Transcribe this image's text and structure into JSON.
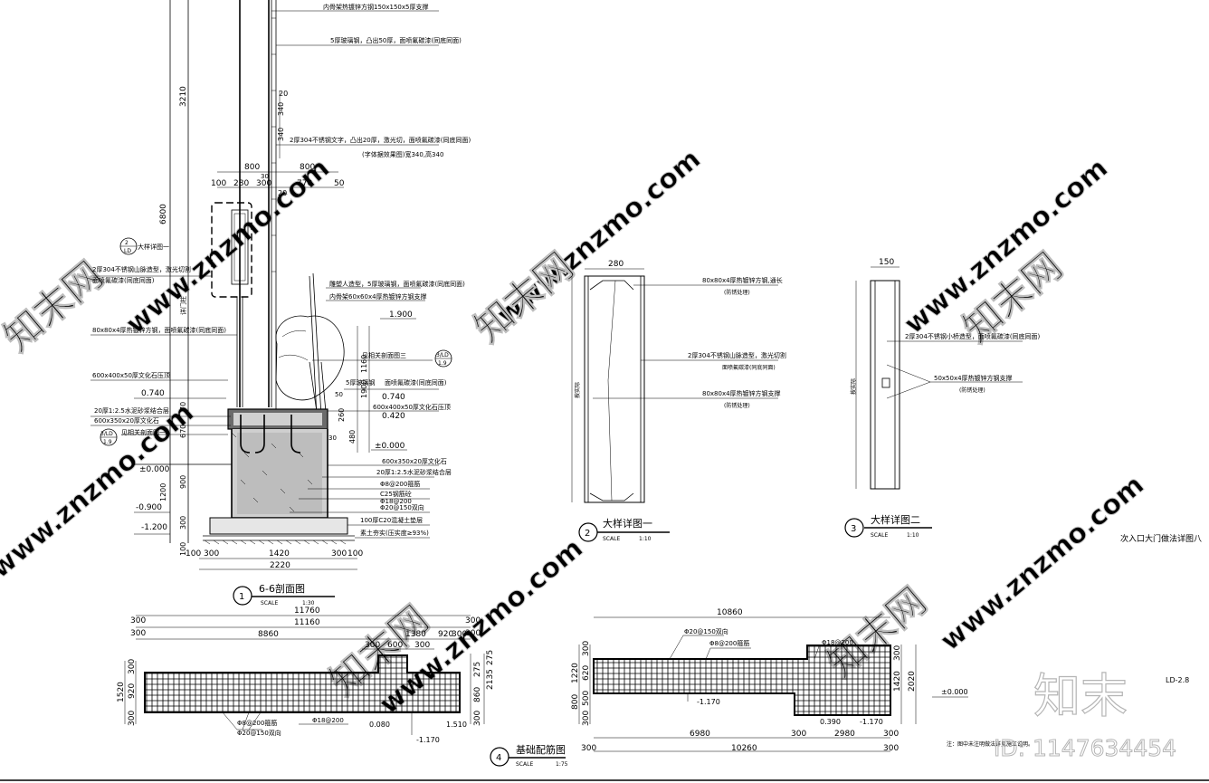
{
  "section_1": {
    "number": "1",
    "title": "6-6剖面图",
    "scale_label": "SCALE",
    "scale": "1:30",
    "notes": {
      "n1": "内骨架热镀锌方钢150x150x5厚支撑",
      "n2": "5厚玻璃钢，凸出50厚，面喷氟碳漆(同底同面)",
      "n3": "2厚304不锈钢文字，凸出20厚，激光切，面喷氟碳漆(同底同面)",
      "n4": "(字体据效果图)宽340,高340",
      "n5": "大样详图一",
      "n6": "2厚304不锈钢山脉造型，激光切割",
      "n7": "面喷氟碳漆(同底同面)",
      "n8": "80x80x4厚热镀锌方钢，面喷氟碳漆(同底同面)",
      "n9": "600x400x50厚文化石压顶",
      "n10": "20厚1:2.5水泥砂浆结合层",
      "n11": "600x350x20厚文化石",
      "n12": "见相关剖面图一",
      "n13": "雕塑人造型，5厚玻璃钢，面喷氟碳漆(同底同面)",
      "n14": "内骨架60x60x4厚热镀锌方钢支撑",
      "n15": "见相关剖面图三",
      "n16": "5厚玻璃钢",
      "n17": "面喷氟碳漆(同底同面)",
      "n18": "600x400x50厚文化石压顶",
      "n19": "600x350x20厚文化石",
      "n20": "20厚1:2.5水泥砂浆结合层",
      "n21": "Φ8@200箍筋",
      "n22": "C25钢筋砼",
      "n23": "Φ18@200",
      "n24": "Φ20@150双向",
      "n25": "100厚C20混凝土垫层",
      "n26": "素土夯实(压实度≥93%)"
    },
    "circle_refs": {
      "r1_top": "2",
      "r1_bot": "LD",
      "r2_top": "3/LD",
      "r2_bot": "1.9",
      "r3_top": "3/LD",
      "r3_bot": "1.9"
    },
    "elevations": {
      "e1": "1.900",
      "e2": "0.740",
      "e3": "0.740",
      "e4": "0.420",
      "e5": "±0.000",
      "e6": "±0.000",
      "e7": "-0.900",
      "e8": "-1.200"
    },
    "dims": {
      "d800a": "800",
      "d30": "30",
      "d800b": "800",
      "d100": "100",
      "d280": "280",
      "d300": "300",
      "d770": "770",
      "d50": "50",
      "d20a": "20",
      "d20b": "20",
      "d340a": "340",
      "d340b": "340",
      "d3210": "3210",
      "d6800": "6800",
      "d_build": "详门柱",
      "d1160": "1160",
      "d1900": "1900",
      "d50b": "50",
      "d260": "260",
      "d30b": "30",
      "d480": "480",
      "d70": "70",
      "d670": "670",
      "d900": "900",
      "d1200": "1200",
      "d300v": "300",
      "d100v": "100",
      "b300a": "300",
      "b1420": "1420",
      "b300b": "300",
      "b100": "100",
      "b2220": "2220"
    }
  },
  "detail_2": {
    "number": "2",
    "title": "大样详图一",
    "scale_label": "SCALE",
    "scale": "1:10",
    "width_dim": "280",
    "height_note": "按实际",
    "notes": {
      "a": "80x80x4厚热镀锌方钢,通长",
      "a2": "(防锈处理)",
      "b": "2厚304不锈钢山脉造型，激光切割",
      "b2": "面喷氟碳漆(同底同面)",
      "c": "80x80x4厚热镀锌方钢支撑",
      "c2": "(防锈处理)"
    }
  },
  "detail_3": {
    "number": "3",
    "title": "大样详图二",
    "scale_label": "SCALE",
    "scale": "1:10",
    "width_dim": "150",
    "height_note": "按实际",
    "notes": {
      "a": "2厚304不锈钢小桥造型，面喷氟碳漆(同底同面)",
      "b": "50x50x4厚热镀锌方钢支撑",
      "b2": "(防锈处理)"
    }
  },
  "detail_4": {
    "number": "4",
    "title": "基础配筋图",
    "scale_label": "SCALE",
    "scale": "1:75",
    "left": {
      "d300a": "300",
      "d11760": "11760",
      "d300b": "300",
      "d300c": "300",
      "d11160": "11160",
      "d300d": "300",
      "d300e": "300",
      "d8860": "8860",
      "d1380": "1380",
      "d920": "920",
      "d300f": "300",
      "d300g": "300",
      "d600": "600",
      "d300h": "300",
      "v1520": "1520",
      "v300a": "300",
      "v920": "920",
      "v300b": "300",
      "v275": "275",
      "v860": "860",
      "v2135": "2135",
      "v300c": "300",
      "v275b": "275",
      "rebar1": "Φ8@200箍筋",
      "rebar2": "Φ20@150双向",
      "rebar3": "Φ18@200",
      "el1": "0.080",
      "el2": "1.510",
      "el3": "-1.170"
    },
    "right": {
      "d10860": "10860",
      "rebar1": "Φ20@150双向",
      "rebar2": "Φ8@200箍筋",
      "rebar3": "Φ18@200",
      "v300a": "300",
      "v1220": "1220",
      "v620": "620",
      "v800": "800",
      "v500": "500",
      "v300b": "300",
      "v300c": "300",
      "v1420": "1420",
      "v2020": "2020",
      "el1": "-1.170",
      "el2": "0.390",
      "el3": "-1.170",
      "el4": "±0.000",
      "b6980": "6980",
      "b300a": "300",
      "b2980": "2980",
      "b300b": "300",
      "b10260": "10260",
      "b300c": "300"
    }
  },
  "sheet": {
    "title": "次入口大门做法详图八",
    "code": "LD-2.8",
    "note": "注：图中未注明做法详见施工说明。",
    "brand": "知末",
    "id_label": "ID: 1147634454",
    "watermark": "www.znzmo.com",
    "watermark_cn": "知末网"
  }
}
